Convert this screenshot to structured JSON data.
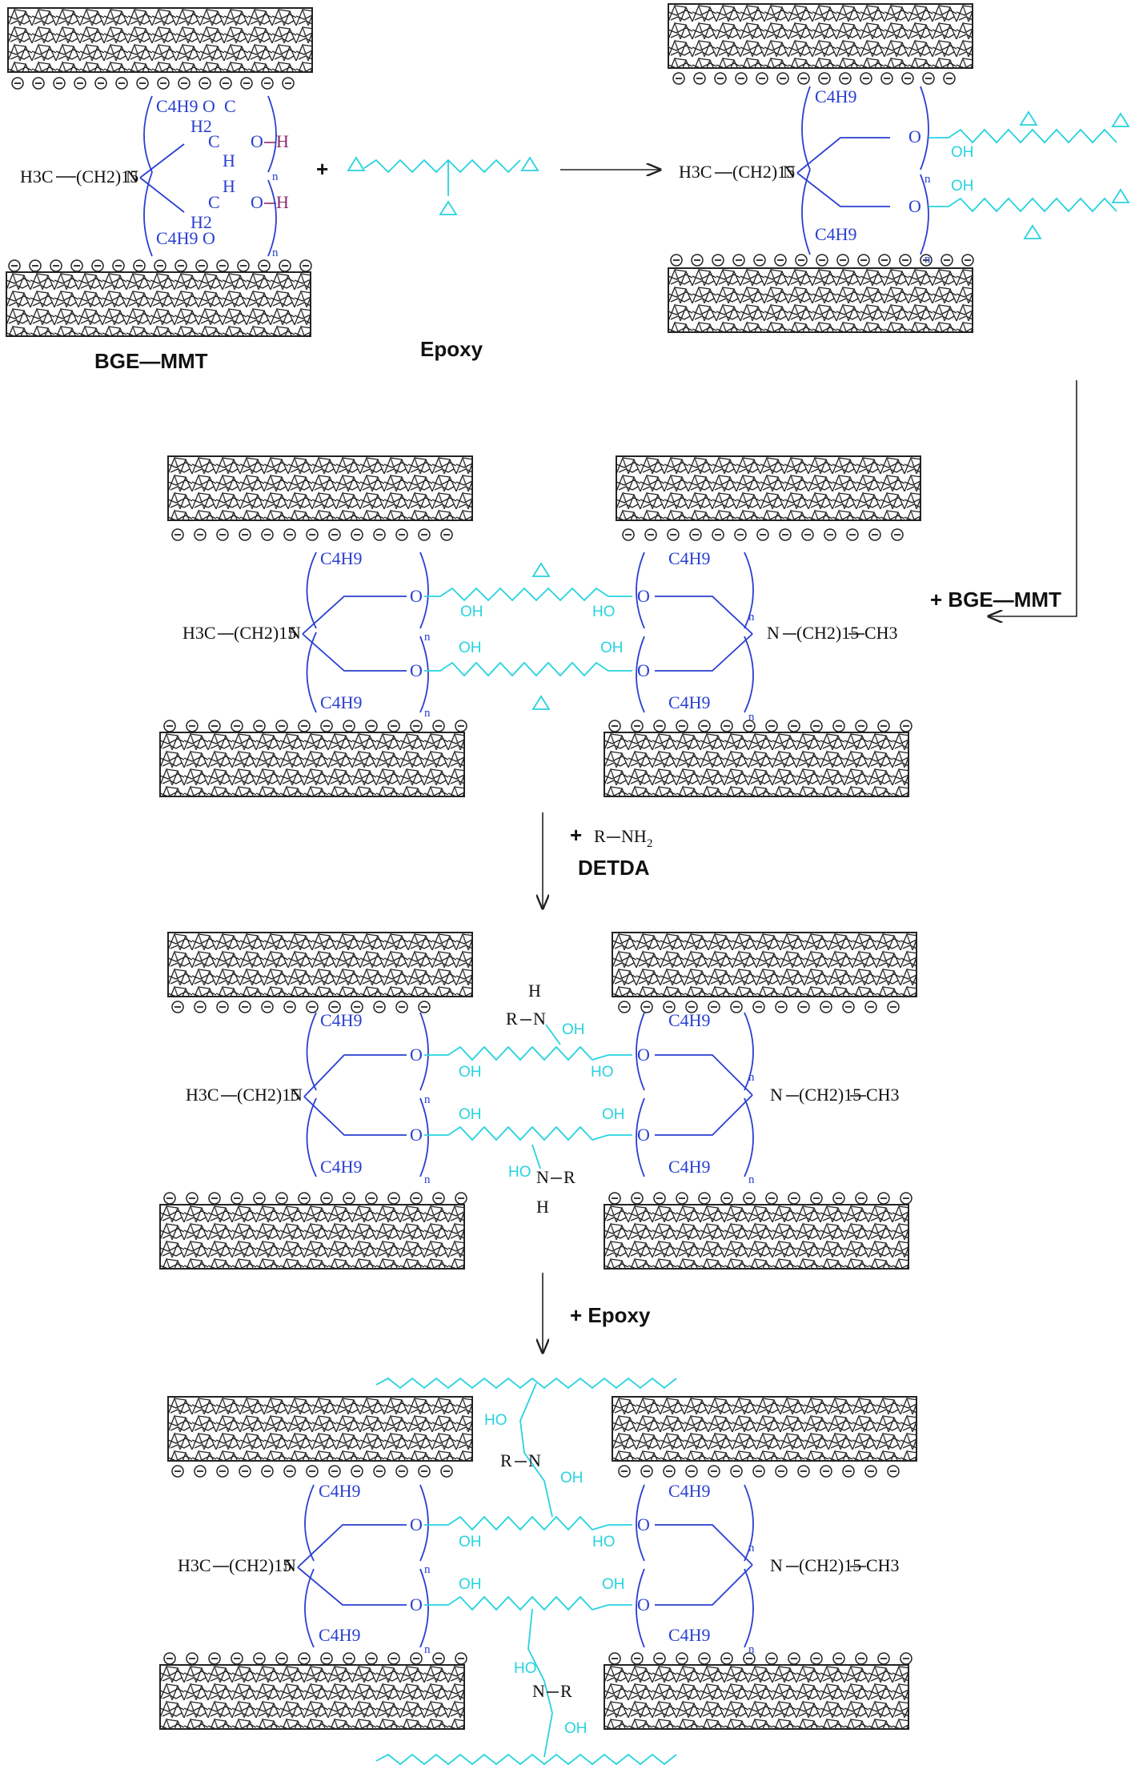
{
  "colors": {
    "clay": "#222222",
    "surfactant": "#2a3fd1",
    "epoxy": "#27d3df",
    "hydroxyl_h": "#8a2a6e",
    "arrow": "#222222"
  },
  "icons": [
    "clay-layer-icon",
    "negative-charge-icon",
    "epoxide-ring-icon",
    "reaction-arrow-icon"
  ],
  "labels": {
    "bge_mmt": "BGE—MMT",
    "epoxy": "Epoxy",
    "plus": "+",
    "step2_reagent": "+ BGE—MMT",
    "step3_plus": "+",
    "step3_amine_r": "R",
    "step3_amine_nh": "NH",
    "step3_amine_sub": "2",
    "step3_name": "DETDA",
    "step4_reagent": "+ Epoxy"
  },
  "chem": {
    "h3c": "H3C",
    "ch2": "(CH2)15",
    "ch3": "CH3",
    "n": "N",
    "c4h9": "C4H9",
    "o": "O",
    "h": "H",
    "h2": "H2",
    "c": "C",
    "oh": "OH",
    "ho": "HO",
    "r": "R",
    "rep": "n"
  }
}
